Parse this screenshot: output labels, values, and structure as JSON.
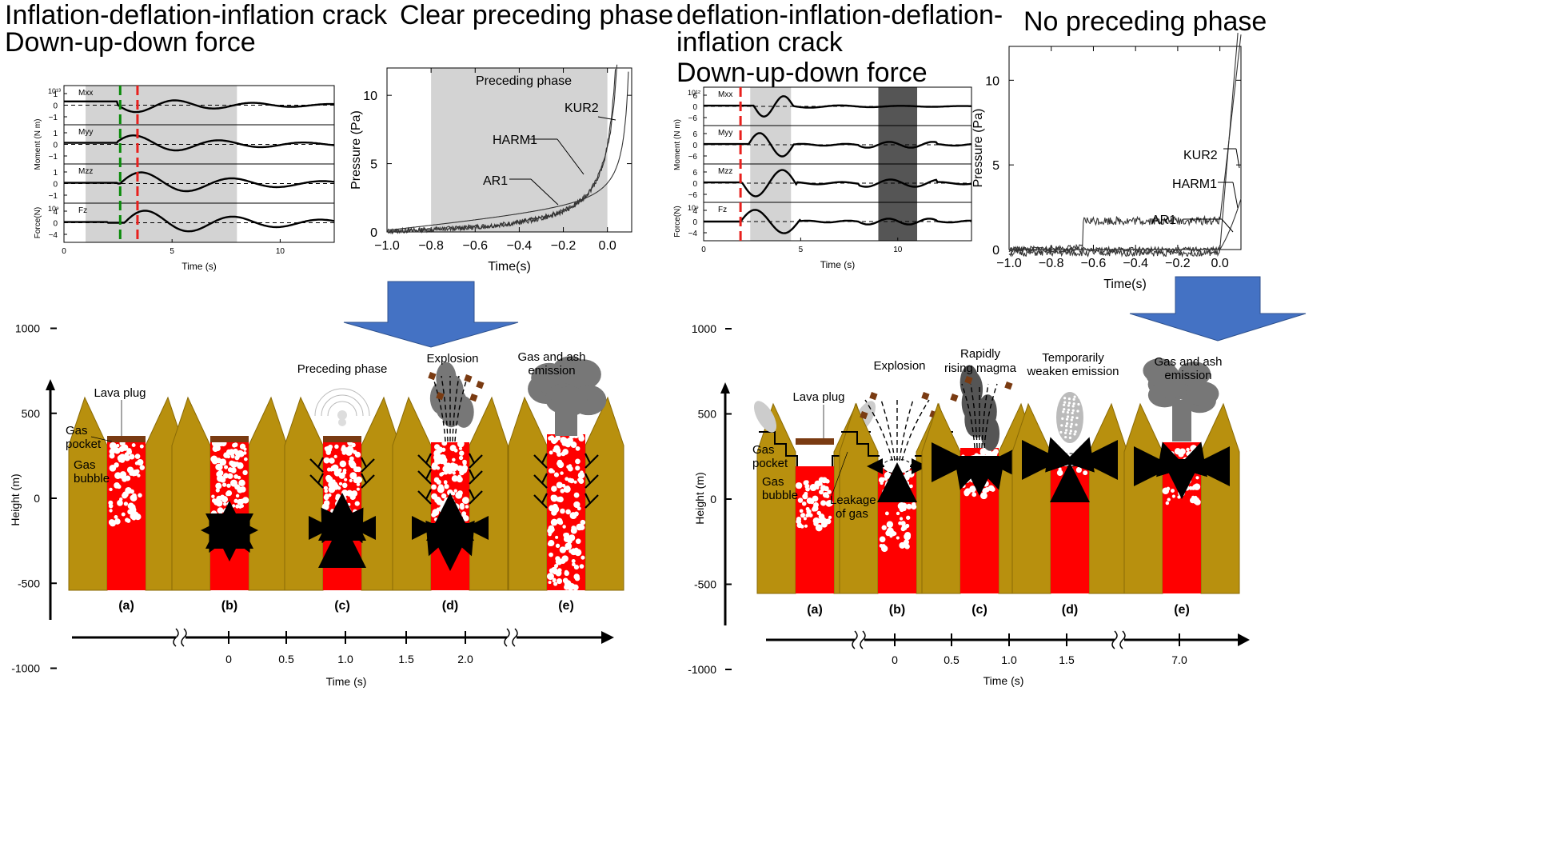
{
  "titles": {
    "left_l1": "Inflation-deflation-inflation crack",
    "left_l2": "Down-up-down force",
    "left_right": "Clear preceding phase",
    "right_l1": "deflation-inflation-deflation-",
    "right_l2": "inflation crack",
    "right_l3": "Down-up-down force",
    "right_right": "No preceding phase"
  },
  "moment_left": {
    "exp_top": "10¹³",
    "exp_force": "10⁹",
    "panels": [
      "Mxx",
      "Myy",
      "Mzz",
      "Fz"
    ],
    "ylabel_moment": "Moment (N m)",
    "ylabel_force": "Force(N)",
    "ticks_moment": [
      "1",
      "0",
      "−1"
    ],
    "ticks_force": [
      "4",
      "0",
      "−4"
    ],
    "xticks": [
      "0",
      "5",
      "10"
    ],
    "xlabel": "Time (s)",
    "green_line_s": 2.6,
    "red_line_s": 3.4,
    "shade_s": [
      1.0,
      8.0
    ],
    "xmax_s": 12.5
  },
  "pressure_left": {
    "ylabel": "Pressure (Pa)",
    "xlabel": "Time(s)",
    "yticks": [
      "10",
      "5",
      "0"
    ],
    "xticks": [
      "−1.0",
      "−0.8",
      "−0.6",
      "−0.4",
      "−0.2",
      "0.0"
    ],
    "shade_label": "Preceding phase",
    "shade_range": [
      -0.8,
      0.0
    ],
    "labels": [
      "KUR2",
      "HARM1",
      "AR1"
    ]
  },
  "moment_right": {
    "exp_top": "10¹²",
    "exp_force": "10⁹",
    "panels": [
      "Mxx",
      "Myy",
      "Mzz",
      "Fz"
    ],
    "ylabel_moment": "Moment (N m)",
    "ylabel_force": "Force(N)",
    "ticks_moment": [
      "6",
      "0",
      "−6"
    ],
    "ticks_force": [
      "4",
      "0",
      "−4"
    ],
    "xticks": [
      "0",
      "5",
      "10"
    ],
    "xlabel": "Time (s)",
    "red_line_s": 1.9,
    "light_shade_s": [
      2.4,
      4.5
    ],
    "dark_shade_s": [
      9.0,
      11.0
    ],
    "xmax_s": 13.8
  },
  "pressure_right": {
    "ylabel": "Pressure (Pa)",
    "xlabel": "Time(s)",
    "yticks": [
      "10",
      "5",
      "0"
    ],
    "xticks": [
      "−1.0",
      "−0.8",
      "−0.6",
      "−0.4",
      "−0.2",
      "0.0"
    ],
    "labels": [
      "KUR2",
      "HARM1",
      "AR1"
    ]
  },
  "left_diagram": {
    "height_label": "Height (m)",
    "yticks": [
      "1000",
      "500",
      "0",
      "-500",
      "-1000"
    ],
    "panel_labels": [
      "(a)",
      "(b)",
      "(c)",
      "(d)",
      "(e)"
    ],
    "annotations": [
      "Lava plug",
      "Gas",
      "pocket",
      "Gas",
      "bubble",
      "Preceding phase",
      "Explosion",
      "Gas and ash",
      "emission"
    ],
    "time_ticks": [
      "0",
      "0.5",
      "1.0",
      "1.5",
      "2.0"
    ],
    "time_label": "Time (s)"
  },
  "right_diagram": {
    "height_label": "Height (m)",
    "yticks": [
      "1000",
      "500",
      "0",
      "-500",
      "-1000"
    ],
    "panel_labels": [
      "(a)",
      "(b)",
      "(c)",
      "(d)",
      "(e)"
    ],
    "annotations": [
      "Lava plug",
      "Gas",
      "pocket",
      "Gas",
      "bubble",
      "Leakage",
      "of gas",
      "Explosion",
      "Rapidly",
      "rising magma",
      "Temporarily",
      "weaken emission",
      "Gas and ash",
      "emission"
    ],
    "time_ticks": [
      "0",
      "0.5",
      "1.0",
      "1.5",
      "7.0"
    ],
    "time_label": "Time (s)"
  },
  "colors": {
    "rock": "#b8900e",
    "magma": "#ff0000",
    "plug": "#7a3b12",
    "arrow": "#4472c4",
    "shade": "#d3d3d3",
    "dark_shade": "#555555",
    "green": "#0a8a0a"
  }
}
